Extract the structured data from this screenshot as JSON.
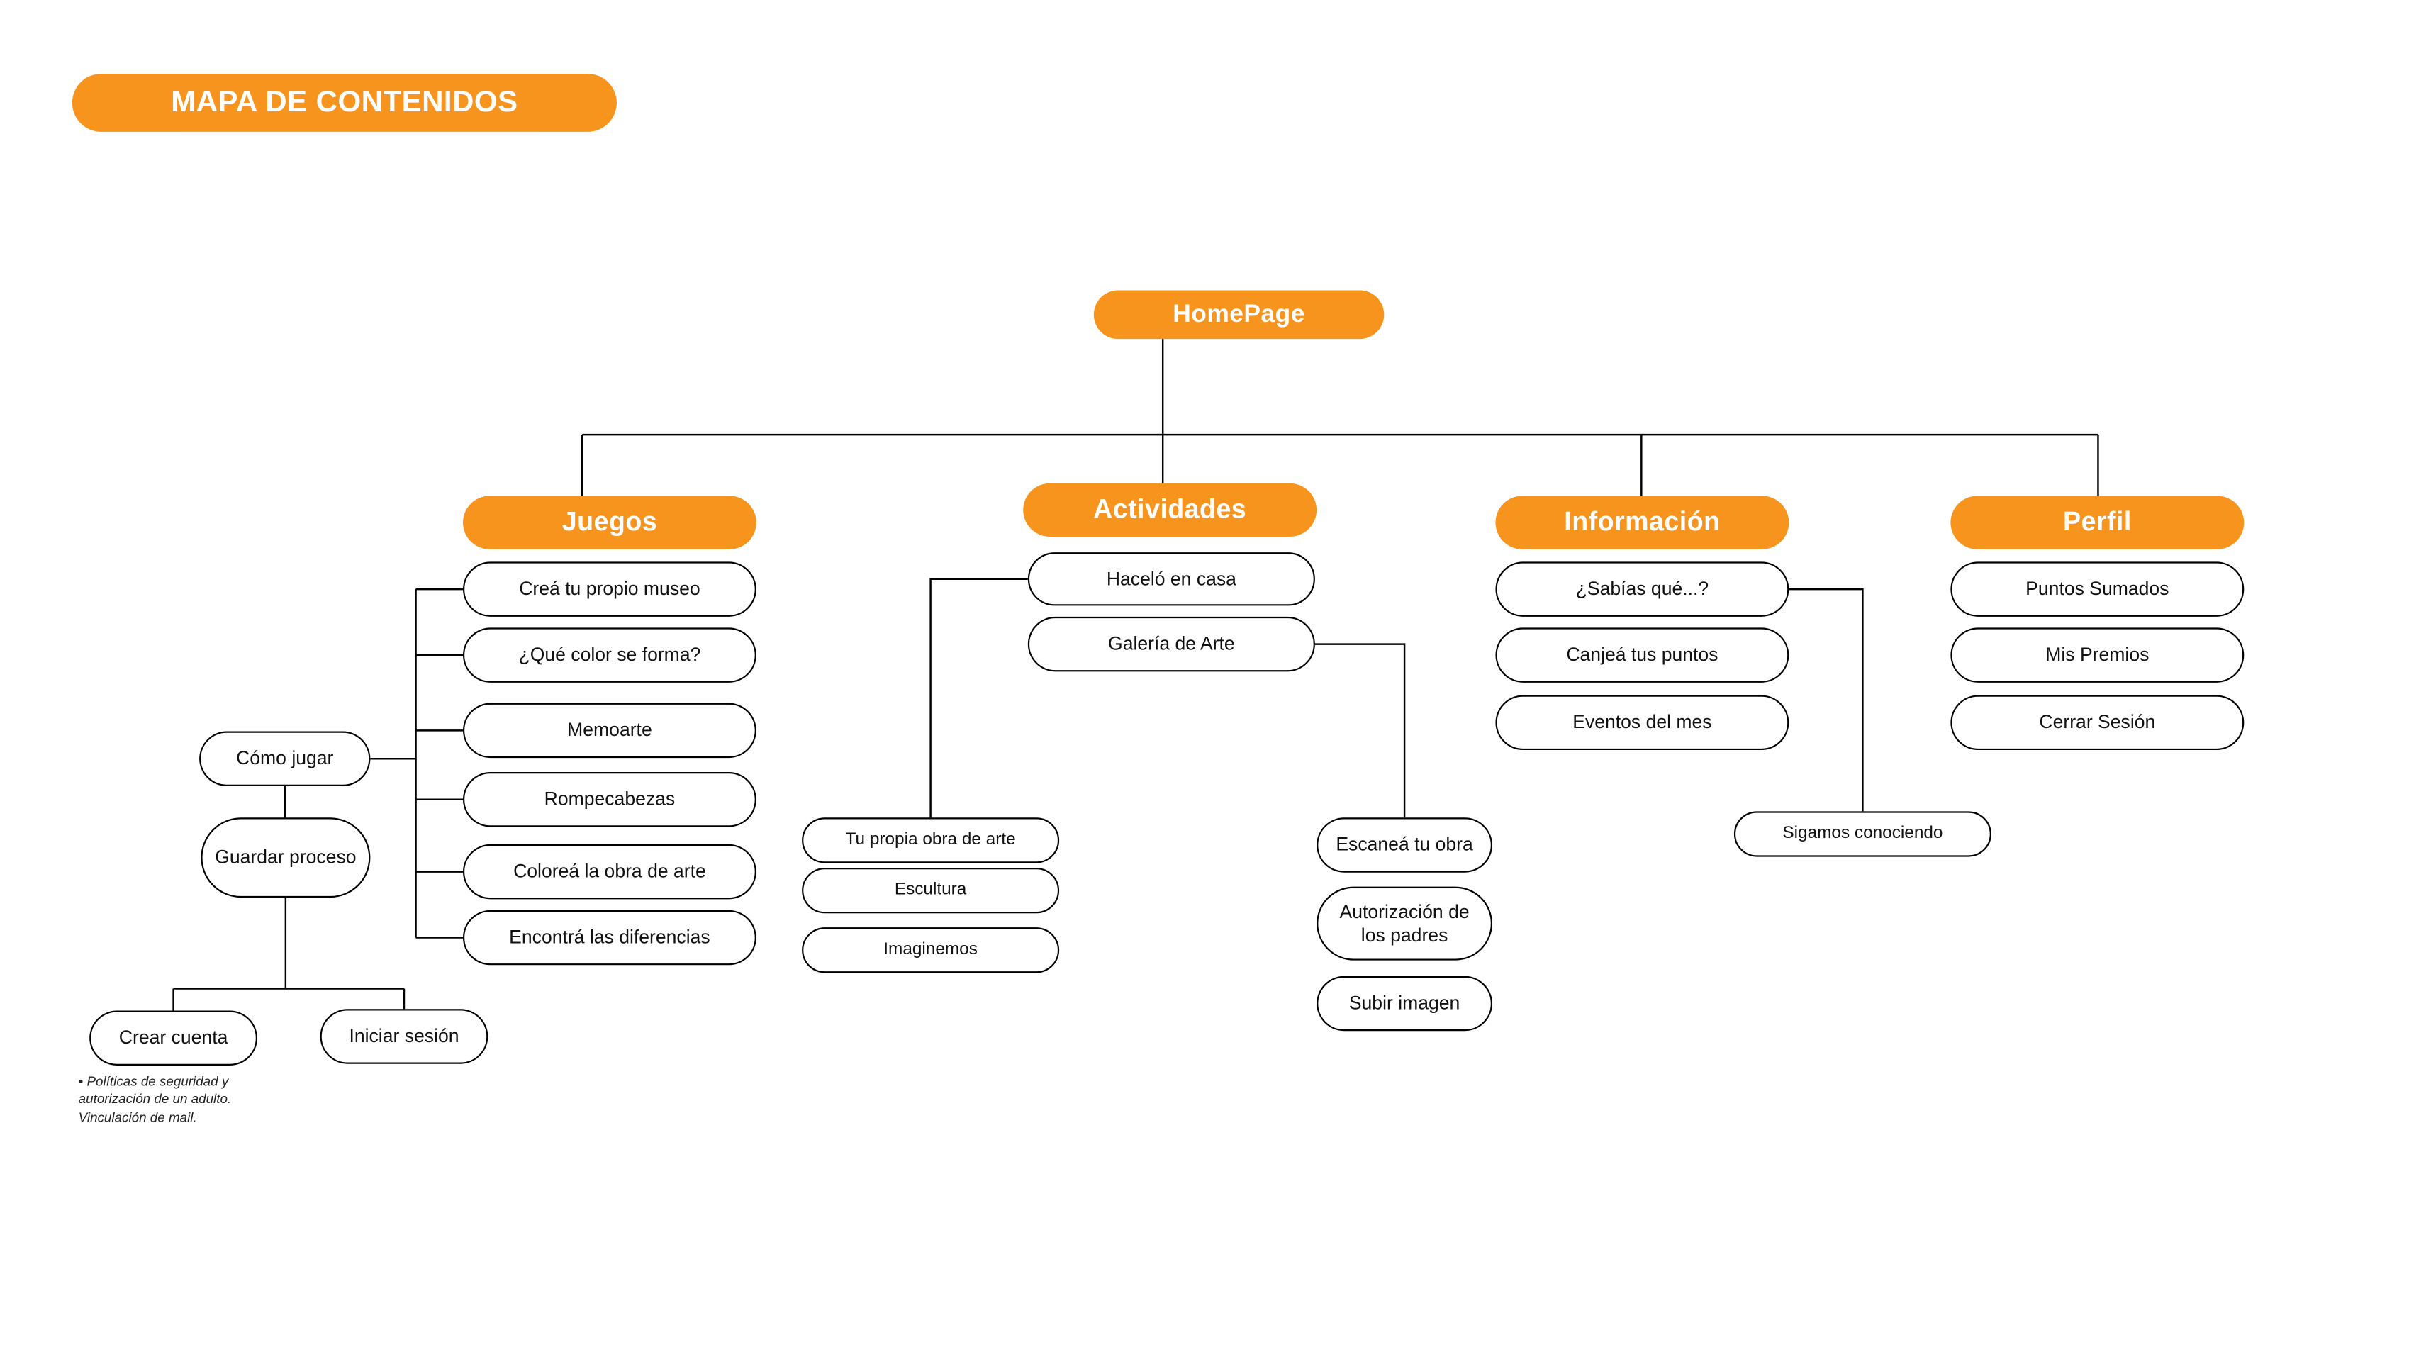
{
  "title": "MAPA DE CONTENIDOS",
  "homepage_label": "HomePage",
  "colors": {
    "accent_orange": "#F7941E",
    "node_background": "#FFFFFF",
    "node_border": "#000000",
    "connector_line": "#000000",
    "page_background": "#FFFFFF"
  },
  "juegos": {
    "label": "Juegos",
    "items": [
      "Creá tu propio museo",
      "¿Qué color se forma?",
      "Memoarte",
      "Rompecabezas",
      "Coloreá la obra de arte",
      "Encontrá las diferencias"
    ]
  },
  "cuenta": {
    "como_jugar": "Cómo jugar",
    "guardar_proceso": "Guardar proceso",
    "crear_cuenta": "Crear cuenta",
    "iniciar_sesion": "Iniciar sesión",
    "nota": "• Políticas de seguridad y\nautorización de un adulto.\nVinculación de mail."
  },
  "actividades": {
    "label": "Actividades",
    "items": [
      "Haceló en casa",
      "Galería de Arte"
    ],
    "hacelo_sub": [
      "Tu propia obra de arte",
      "Escultura",
      "Imaginemos"
    ],
    "galeria_sub": [
      "Escaneá tu obra",
      "Autorización de los padres",
      "Subir imagen"
    ]
  },
  "informacion": {
    "label": "Información",
    "items": [
      "¿Sabías qué...?",
      "Canjeá tus puntos",
      "Eventos del mes"
    ],
    "sub": [
      "Sigamos conociendo"
    ]
  },
  "perfil": {
    "label": "Perfil",
    "items": [
      "Puntos Sumados",
      "Mis Premios",
      "Cerrar Sesión"
    ]
  }
}
